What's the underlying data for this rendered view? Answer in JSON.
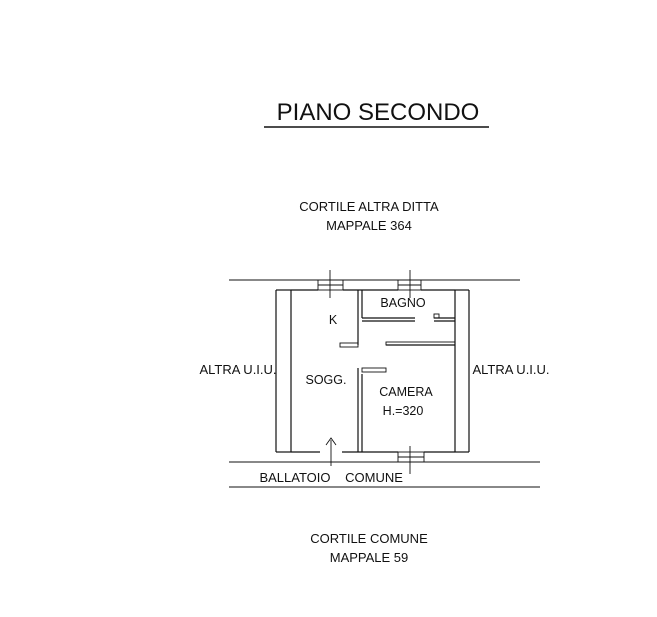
{
  "title": "PIANO SECONDO",
  "top_label": {
    "line1": "CORTILE ALTRA DITTA",
    "line2": "MAPPALE 364"
  },
  "left_label": "ALTRA U.I.U.",
  "right_label": "ALTRA U.I.U.",
  "bottom_corridor": {
    "left": "BALLATOIO",
    "right": "COMUNE"
  },
  "bottom_label": {
    "line1": "CORTILE COMUNE",
    "line2": "MAPPALE 59"
  },
  "rooms": {
    "kitchen": "K",
    "bathroom": "BAGNO",
    "living": "SOGG.",
    "bedroom": "CAMERA",
    "height": "H.=320"
  },
  "colors": {
    "ink": "#111111",
    "background": "#ffffff"
  }
}
